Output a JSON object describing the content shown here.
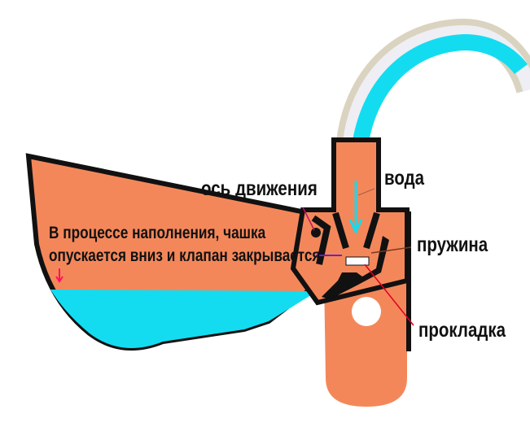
{
  "labels": {
    "axis": "ось движения",
    "water": "вода",
    "spring": "пружина",
    "gasket": "прокладка",
    "note_line1": "В процессе наполнения, чашка",
    "note_line2": "опускается вниз и клапан закрывается"
  },
  "colors": {
    "body": "#f4875a",
    "water": "#13dcf0",
    "outline": "#111111"
  }
}
